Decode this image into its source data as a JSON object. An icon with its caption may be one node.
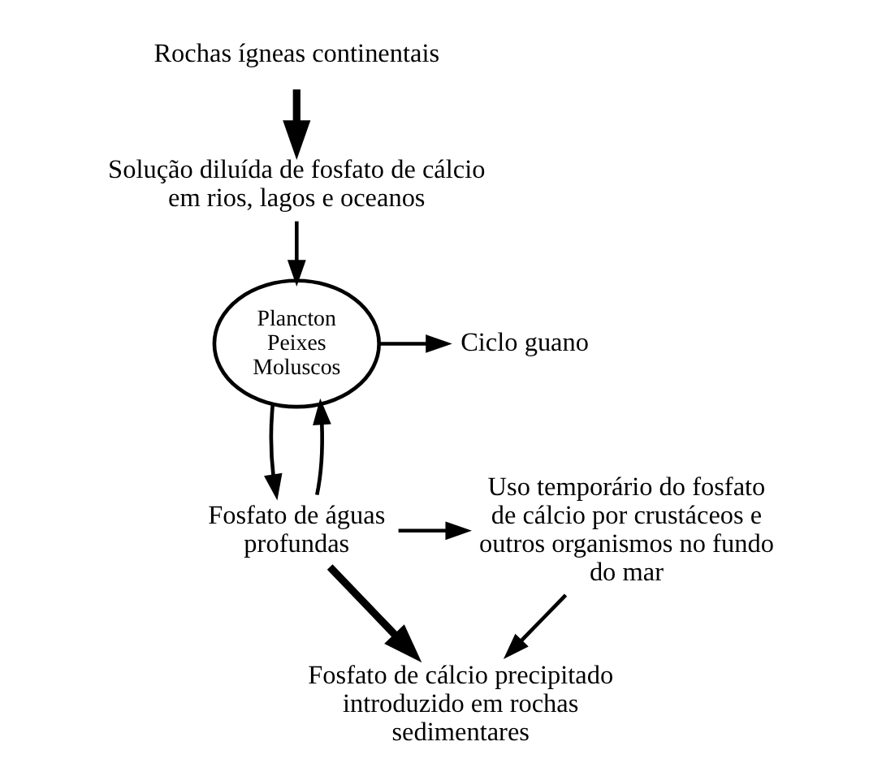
{
  "diagram": {
    "nodes": [
      {
        "text": [
          "Rochas ígneas continentais"
        ]
      },
      {
        "text": [
          "Solução diluída de fosfato de cálcio em rios, lagos e oceanos"
        ]
      },
      {
        "text": [
          "Plancton Peixes Moluscos"
        ]
      },
      {
        "text": [
          "Ciclo guano"
        ]
      },
      {
        "text": [
          "Fosfato de águas profundas"
        ]
      },
      {
        "text": [
          "Uso temporário do fosfato de cálcio por crustáceos e outros organismos no fundo do mar"
        ]
      },
      {
        "text": [
          "Fosfato de cálcio precipitado introduzido em rochas sedimentares"
        ]
      }
    ],
    "edges": [
      {
        "from": 0,
        "to": 1,
        "arrow": "to",
        "style": "thick"
      },
      {
        "from": 1,
        "to": 2,
        "arrow": "to"
      },
      {
        "from": 2,
        "to": 3,
        "arrow": "to"
      },
      {
        "from": 2,
        "to": 4,
        "arrow": "to"
      },
      {
        "from": 4,
        "to": 2,
        "arrow": "to"
      },
      {
        "from": 4,
        "to": 5,
        "arrow": "to"
      },
      {
        "from": 4,
        "to": 6,
        "arrow": "to",
        "style": "thick"
      },
      {
        "from": 5,
        "to": 6,
        "arrow": "to"
      }
    ]
  }
}
